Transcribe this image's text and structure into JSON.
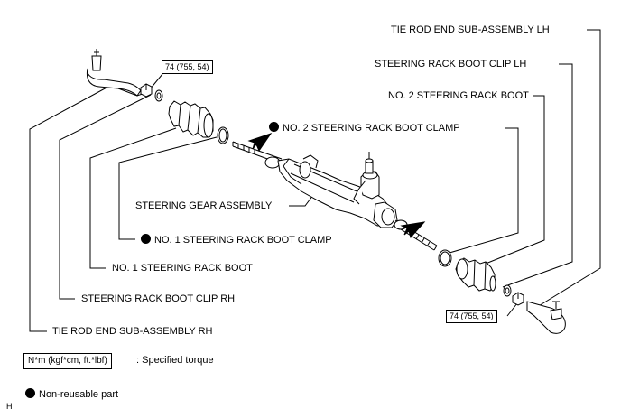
{
  "labels": {
    "tie_rod_lh": "TIE ROD END SUB-ASSEMBLY LH",
    "boot_clip_lh": "STEERING RACK BOOT CLIP LH",
    "no2_boot": "NO. 2 STEERING RACK BOOT",
    "no2_clamp": "NO. 2 STEERING RACK BOOT CLAMP",
    "gear_assembly": "STEERING GEAR ASSEMBLY",
    "no1_clamp": "NO. 1 STEERING RACK BOOT CLAMP",
    "no1_boot": "NO. 1 STEERING RACK BOOT",
    "boot_clip_rh": "STEERING RACK BOOT CLIP RH",
    "tie_rod_rh": "TIE ROD END SUB-ASSEMBLY RH"
  },
  "torque": {
    "rh": "74 (755, 54)",
    "lh": "74 (755, 54)"
  },
  "legend": {
    "torque_unit": "N*m (kgf*cm, ft.*lbf)",
    "torque_desc": ": Specified torque",
    "nonreusable": "Non-reusable part"
  },
  "corner_mark": "H",
  "colors": {
    "ink": "#000000",
    "background": "#ffffff"
  },
  "icons": {
    "nonreusable_marker": "filled-circle-icon",
    "arrow": "arrow-icon"
  }
}
